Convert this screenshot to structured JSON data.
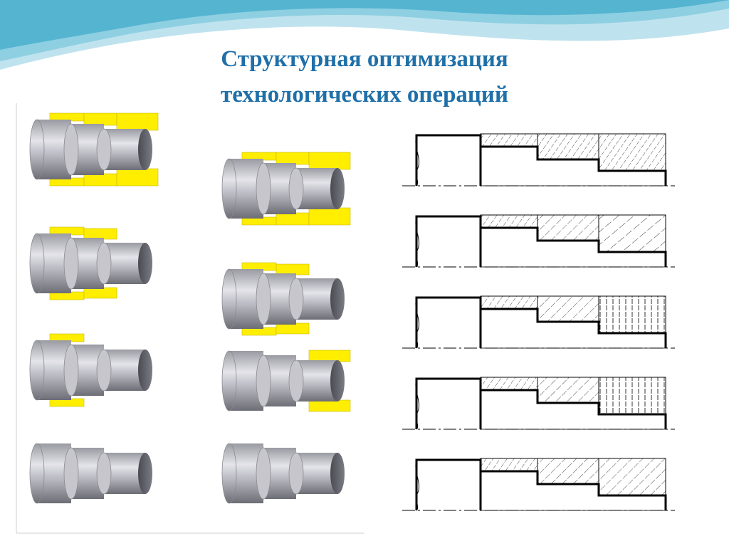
{
  "slide": {
    "title_line1": "Структурная оптимизация",
    "title_line2": "технологических операций"
  },
  "colors": {
    "title": "#1f6fa8",
    "wave_light": "#bfe3ee",
    "wave_mid": "#8fcfe2",
    "wave_dark": "#4fb1cf",
    "stock_allowance": "#ffee00",
    "steel_light": "#d8d8de",
    "steel_dark": "#6d6d76",
    "line": "#000000"
  },
  "parts_column_a": [
    {
      "steps": 3,
      "allowance": "full"
    },
    {
      "steps": 3,
      "allowance": "two-steps"
    },
    {
      "steps": 3,
      "allowance": "first-step"
    },
    {
      "steps": 3,
      "allowance": "none"
    }
  ],
  "parts_column_b": [
    {
      "steps": 3,
      "allowance": "full"
    },
    {
      "steps": 3,
      "allowance": "two-steps"
    },
    {
      "steps": 3,
      "allowance": "last-step"
    },
    {
      "steps": 3,
      "allowance": "none"
    }
  ],
  "schemes": [
    {
      "hatch": [
        "fine",
        "fine",
        "fine"
      ]
    },
    {
      "hatch": [
        "fine",
        "medium",
        "coarse"
      ]
    },
    {
      "hatch": [
        "fine",
        "medium",
        "vertical"
      ]
    },
    {
      "hatch": [
        "fine",
        "medium",
        "vertical"
      ]
    },
    {
      "hatch": [
        "fine",
        "medium",
        "medium"
      ]
    }
  ]
}
